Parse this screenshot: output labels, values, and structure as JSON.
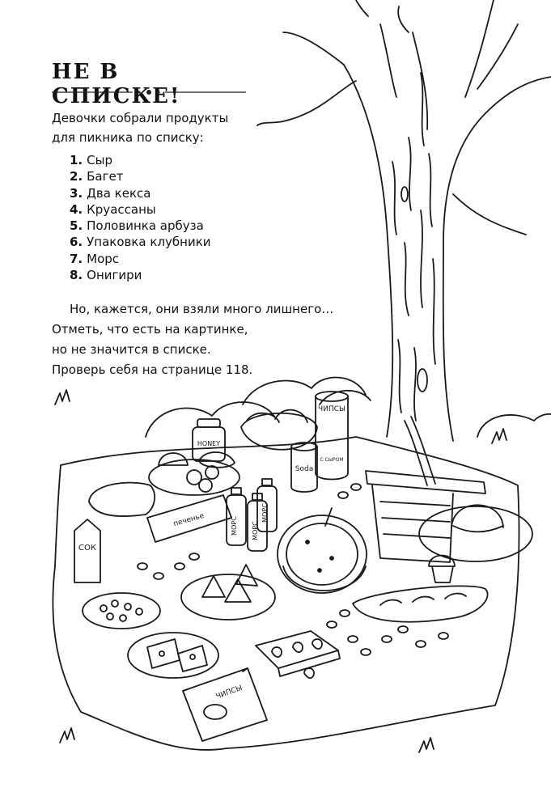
{
  "page": {
    "title": "НЕ В СПИСКЕ!",
    "intro": [
      "Девочки собрали продукты",
      "для пикника по списку:"
    ],
    "list": [
      {
        "num": "1.",
        "text": "Сыр"
      },
      {
        "num": "2.",
        "text": "Багет"
      },
      {
        "num": "3.",
        "text": "Два кекса"
      },
      {
        "num": "4.",
        "text": "Круассаны"
      },
      {
        "num": "5.",
        "text": "Половинка арбуза"
      },
      {
        "num": "6.",
        "text": "Упаковка клубники"
      },
      {
        "num": "7.",
        "text": "Морс"
      },
      {
        "num": "8.",
        "text": "Онигири"
      }
    ],
    "task": [
      "Но, кажется, они взяли много лишнего…",
      "Отметь, что есть на картинке,",
      "но не значится в списке.",
      "Проверь себя на странице 118."
    ]
  },
  "labels": {
    "honey": "HONEY",
    "chips_can": "ЧИПСЫ",
    "chips_can_flavor": "С СЫРОМ",
    "soda": "Soda",
    "juice": "СОК",
    "cookies_pack": "печенье",
    "mors_1": "МОРС",
    "mors_2": "МОРС",
    "mors_3": "МОРС",
    "chips_bag": "ЧИПСЫ"
  }
}
